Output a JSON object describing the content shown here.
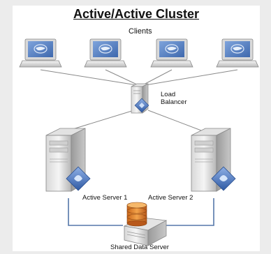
{
  "title": "Active/Active Cluster",
  "labels": {
    "clients": "Clients",
    "load_balancer_line1": "Load",
    "load_balancer_line2": "Balancer",
    "server1": "Active Server 1",
    "server2": "Active Server 2",
    "shared": "Shared Data Server"
  },
  "icons": [
    "laptop-icon",
    "load-balancer-icon",
    "server-icon",
    "database-server-icon"
  ],
  "colors": {
    "connector": "#8a8a8a",
    "storage_link": "#5577aa",
    "laptop_screen": "#5a86c6",
    "accent": "#4a6fb4",
    "disk": "#e08a2a"
  }
}
